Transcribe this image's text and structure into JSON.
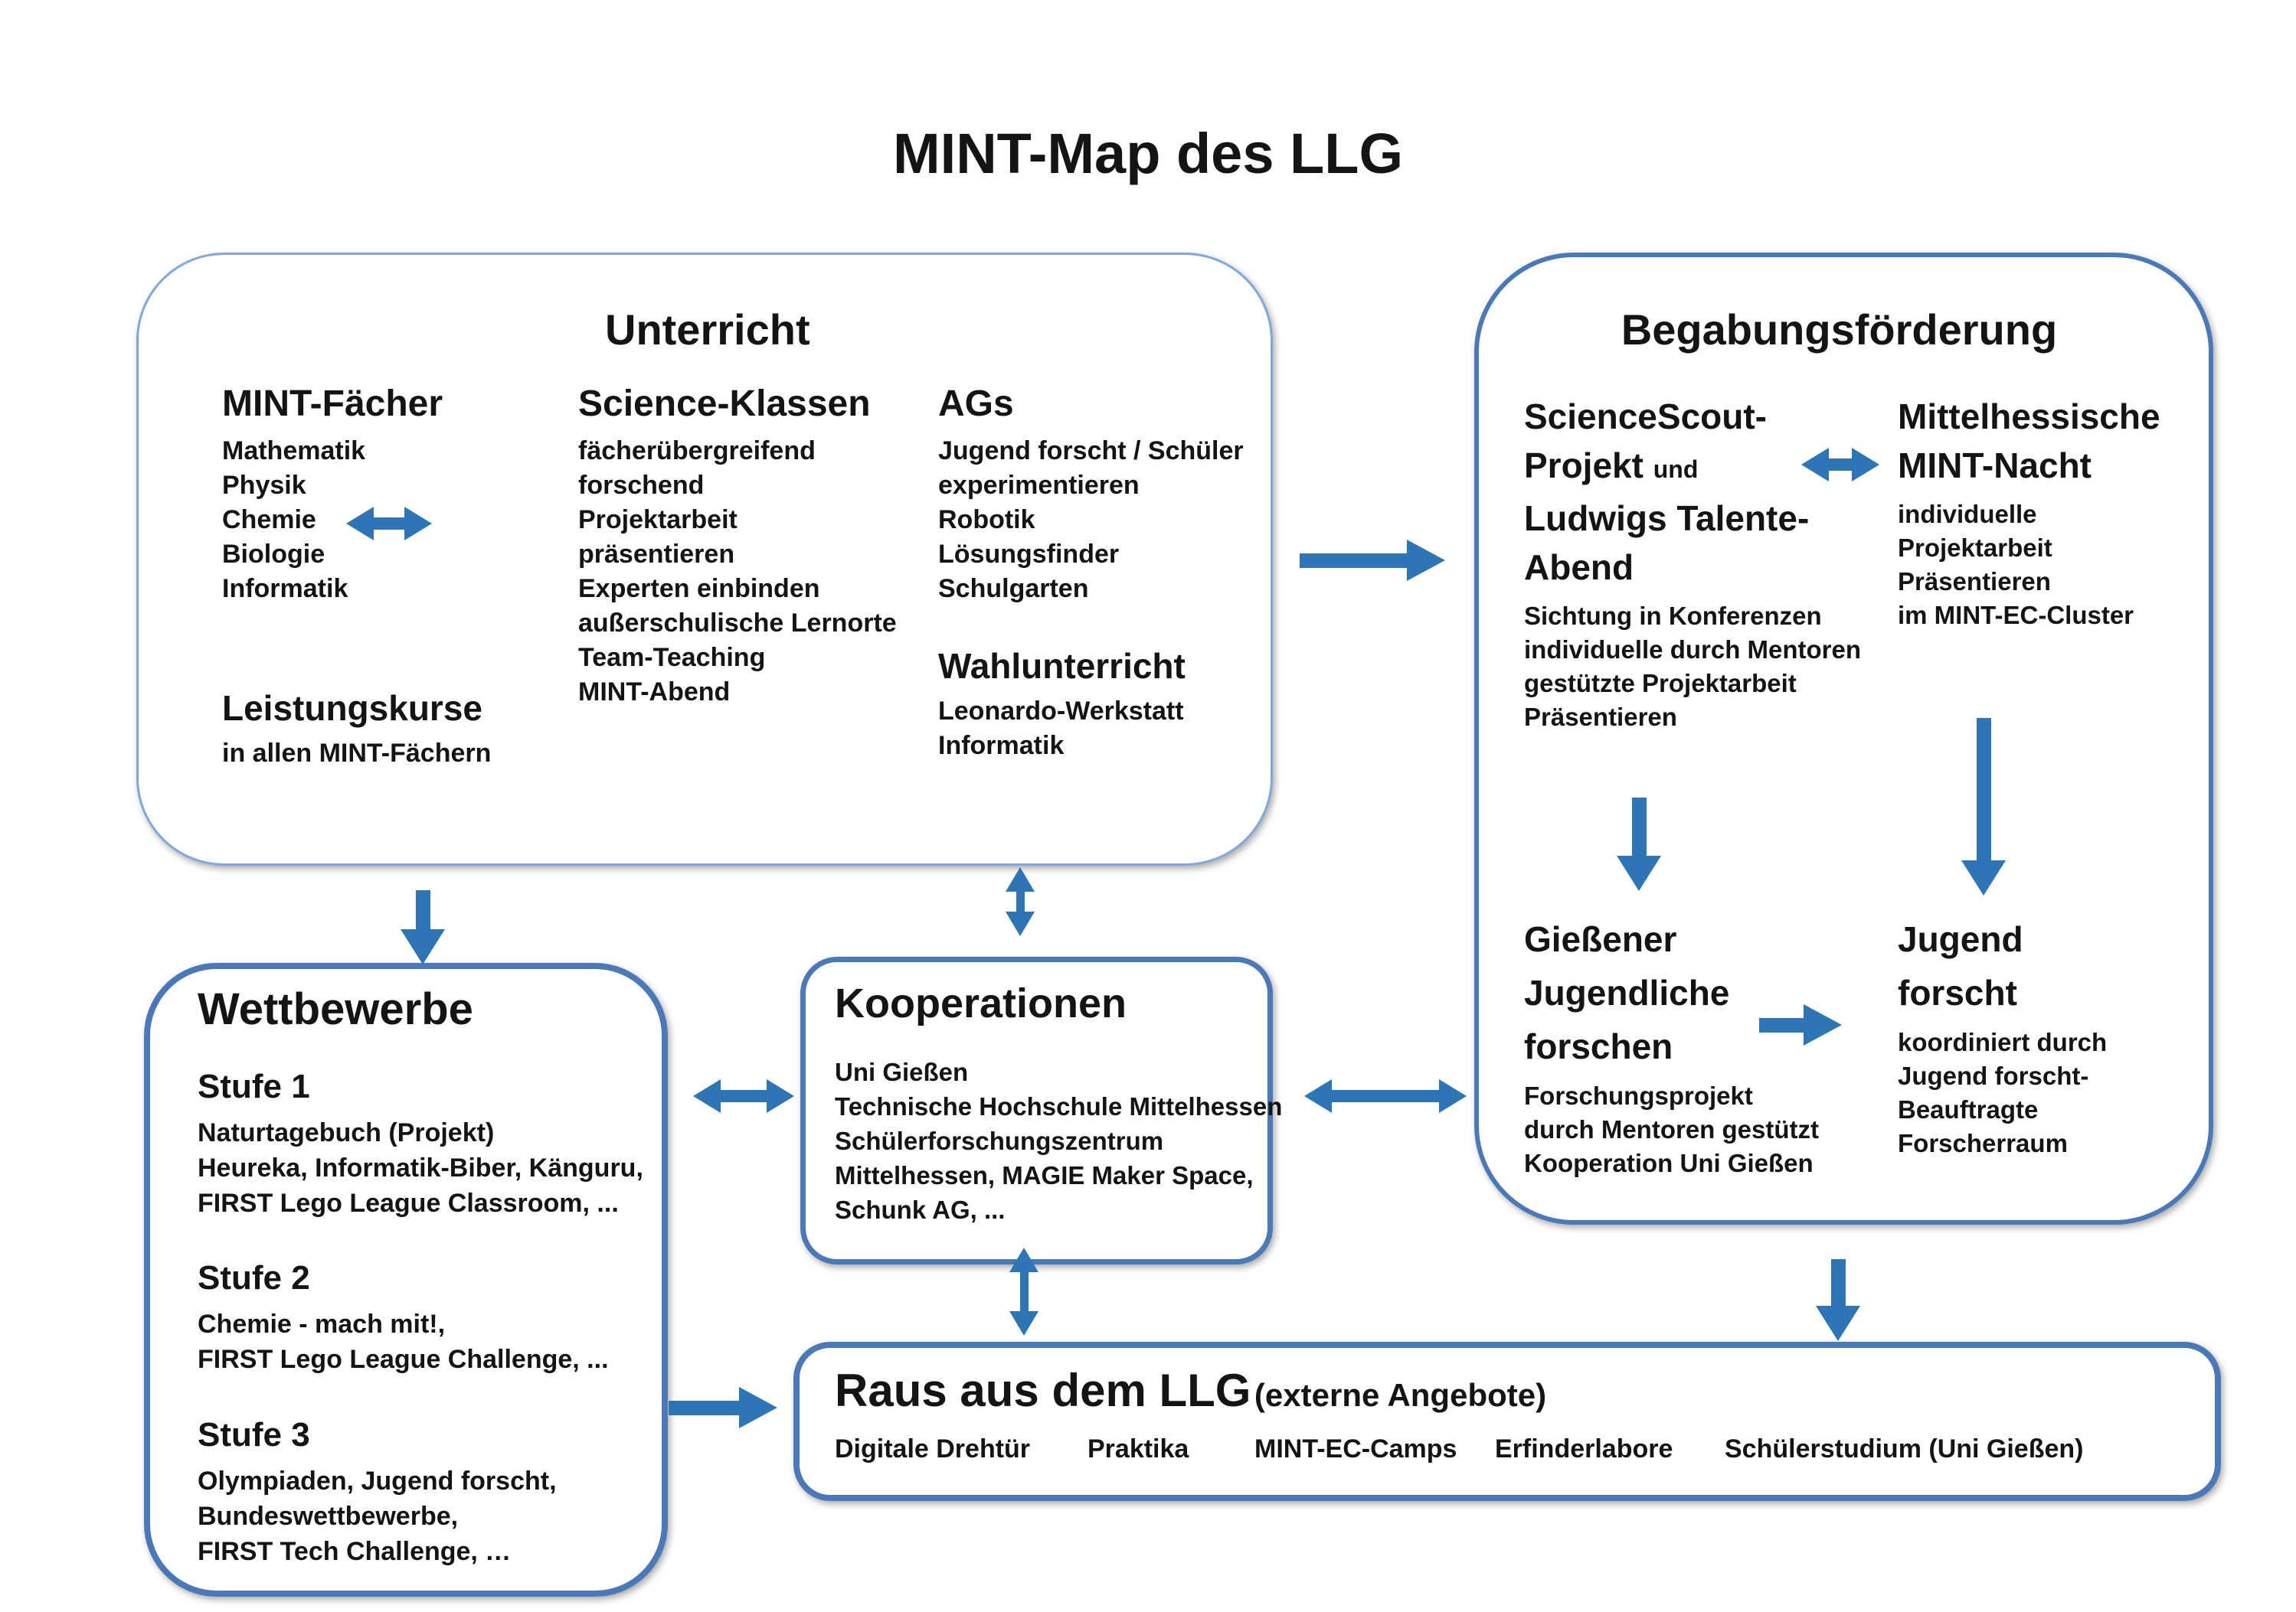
{
  "colors": {
    "arrow": "#2E75B6",
    "box_border": "#4B79B8",
    "box_border_light": "#7FA8DB",
    "text": "#141414",
    "background": "#FFFFFF"
  },
  "title": "MINT-Map des LLG",
  "unterricht": {
    "title": "Unterricht",
    "mint_faecher": {
      "heading": "MINT-Fächer",
      "items": [
        "Mathematik",
        "Physik",
        "Chemie",
        "Biologie",
        "Informatik"
      ]
    },
    "leistungskurse": {
      "heading": "Leistungskurse",
      "items": [
        "in allen MINT-Fächern"
      ]
    },
    "science_klassen": {
      "heading": "Science-Klassen",
      "items": [
        "fächerübergreifend",
        "forschend",
        "Projektarbeit",
        "präsentieren",
        "Experten einbinden",
        "außerschulische Lernorte",
        "Team-Teaching",
        "MINT-Abend"
      ]
    },
    "ags": {
      "heading": "AGs",
      "items": [
        "Jugend forscht / Schüler",
        "experimentieren",
        "Robotik",
        "Lösungsfinder",
        "Schulgarten"
      ]
    },
    "wahlunterricht": {
      "heading": "Wahlunterricht",
      "items": [
        "Leonardo-Werkstatt",
        "Informatik"
      ]
    }
  },
  "begabungsfoerderung": {
    "title": "Begabungsförderung",
    "science_scout": {
      "line1": "ScienceScout-",
      "line2_big": "Projekt",
      "line2_small": "und",
      "line3": "Ludwigs Talente-",
      "line4": "Abend",
      "items": [
        "Sichtung in Konferenzen",
        "individuelle durch Mentoren",
        "gestützte Projektarbeit",
        "Präsentieren"
      ]
    },
    "mint_nacht": {
      "line1": "Mittelhessische",
      "line2": "MINT-Nacht",
      "items": [
        "individuelle",
        "Projektarbeit",
        "Präsentieren",
        "im MINT-EC-Cluster"
      ]
    },
    "giessener": {
      "line1": "Gießener",
      "line2": "Jugendliche",
      "line3": "forschen",
      "items": [
        "Forschungsprojekt",
        "durch Mentoren gestützt",
        "Kooperation Uni Gießen"
      ]
    },
    "jugend_forscht": {
      "line1": "Jugend",
      "line2": "forscht",
      "items": [
        "koordiniert durch",
        "Jugend forscht-",
        "Beauftragte",
        "Forscherraum"
      ]
    }
  },
  "wettbewerbe": {
    "title": "Wettbewerbe",
    "stufe1": {
      "heading": "Stufe 1",
      "items": [
        "Naturtagebuch (Projekt)",
        "Heureka, Informatik-Biber, Känguru,",
        "FIRST Lego League Classroom, ..."
      ]
    },
    "stufe2": {
      "heading": "Stufe 2",
      "items": [
        "Chemie - mach mit!,",
        "FIRST Lego League Challenge, ..."
      ]
    },
    "stufe3": {
      "heading": "Stufe 3",
      "items": [
        "Olympiaden, Jugend forscht,",
        "Bundeswettbewerbe,",
        "FIRST Tech Challenge, …"
      ]
    }
  },
  "kooperationen": {
    "title": "Kooperationen",
    "items": [
      "Uni Gießen",
      "Technische Hochschule Mittelhessen",
      "Schülerforschungszentrum",
      "Mittelhessen, MAGIE Maker Space,",
      "Schunk AG, ..."
    ]
  },
  "raus": {
    "title_main": "Raus aus dem LLG",
    "title_suffix": "(externe Angebote)",
    "items": [
      "Digitale Drehtür",
      "Praktika",
      "MINT-EC-Camps",
      "Erfinderlabore",
      "Schülerstudium (Uni Gießen)"
    ]
  }
}
